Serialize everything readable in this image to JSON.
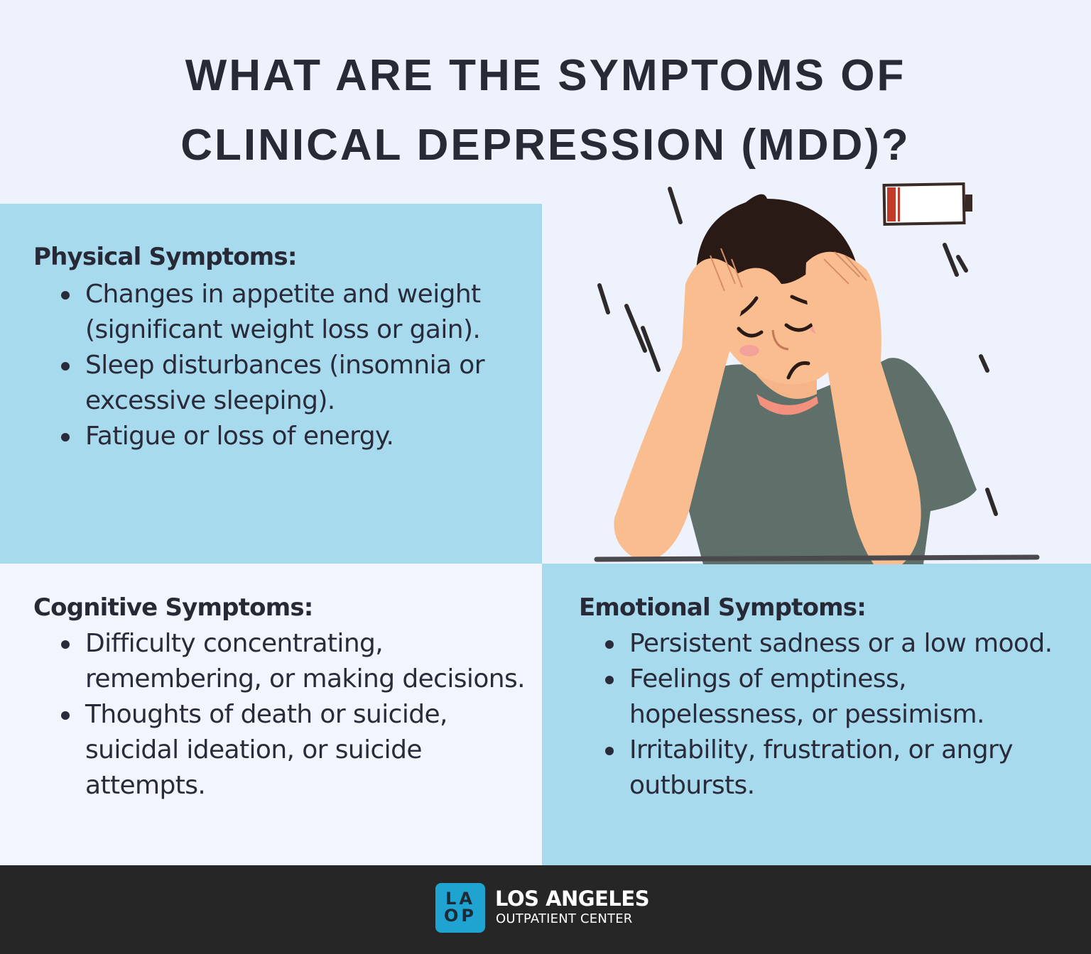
{
  "title": {
    "line1": "WHAT ARE THE SYMPTOMS OF",
    "line2": "CLINICAL DEPRESSION (MDD)?"
  },
  "sections": {
    "physical": {
      "heading": "Physical Symptoms:",
      "items": [
        "Changes in appetite and weight (significant weight loss or gain).",
        "Sleep disturbances (insomnia or excessive sleeping).",
        "Fatigue or loss of energy."
      ]
    },
    "cognitive": {
      "heading": "Cognitive Symptoms:",
      "items": [
        "Difficulty concentrating, remembering, or making decisions.",
        "Thoughts of death or suicide, suicidal ideation, or suicide attempts."
      ]
    },
    "emotional": {
      "heading": "Emotional Symptoms:",
      "items": [
        "Persistent sadness or a low mood.",
        "Feelings of emptiness, hopelessness, or pessimism.",
        "Irritability, frustration, or angry outbursts."
      ]
    }
  },
  "illustration": {
    "subject": "stressed-person-holding-head",
    "icons": [
      "low-battery-icon",
      "motion-lines"
    ]
  },
  "footer": {
    "logo_top": "LA",
    "logo_bottom": "OP",
    "name": "LOS ANGELES",
    "sub": "OUTPATIENT CENTER"
  },
  "colors": {
    "background": "#edf2fd",
    "panel_blue": "#a8daee",
    "panel_light": "#f1f5fe",
    "text_dark": "#2a2b3a",
    "footer_bg": "#262626",
    "logo_cyan": "#1fa3d1",
    "battery_red": "#c43a2a",
    "shirt": "#5e6e68",
    "skin": "#f9bd8f",
    "hair": "#2a1a16"
  }
}
